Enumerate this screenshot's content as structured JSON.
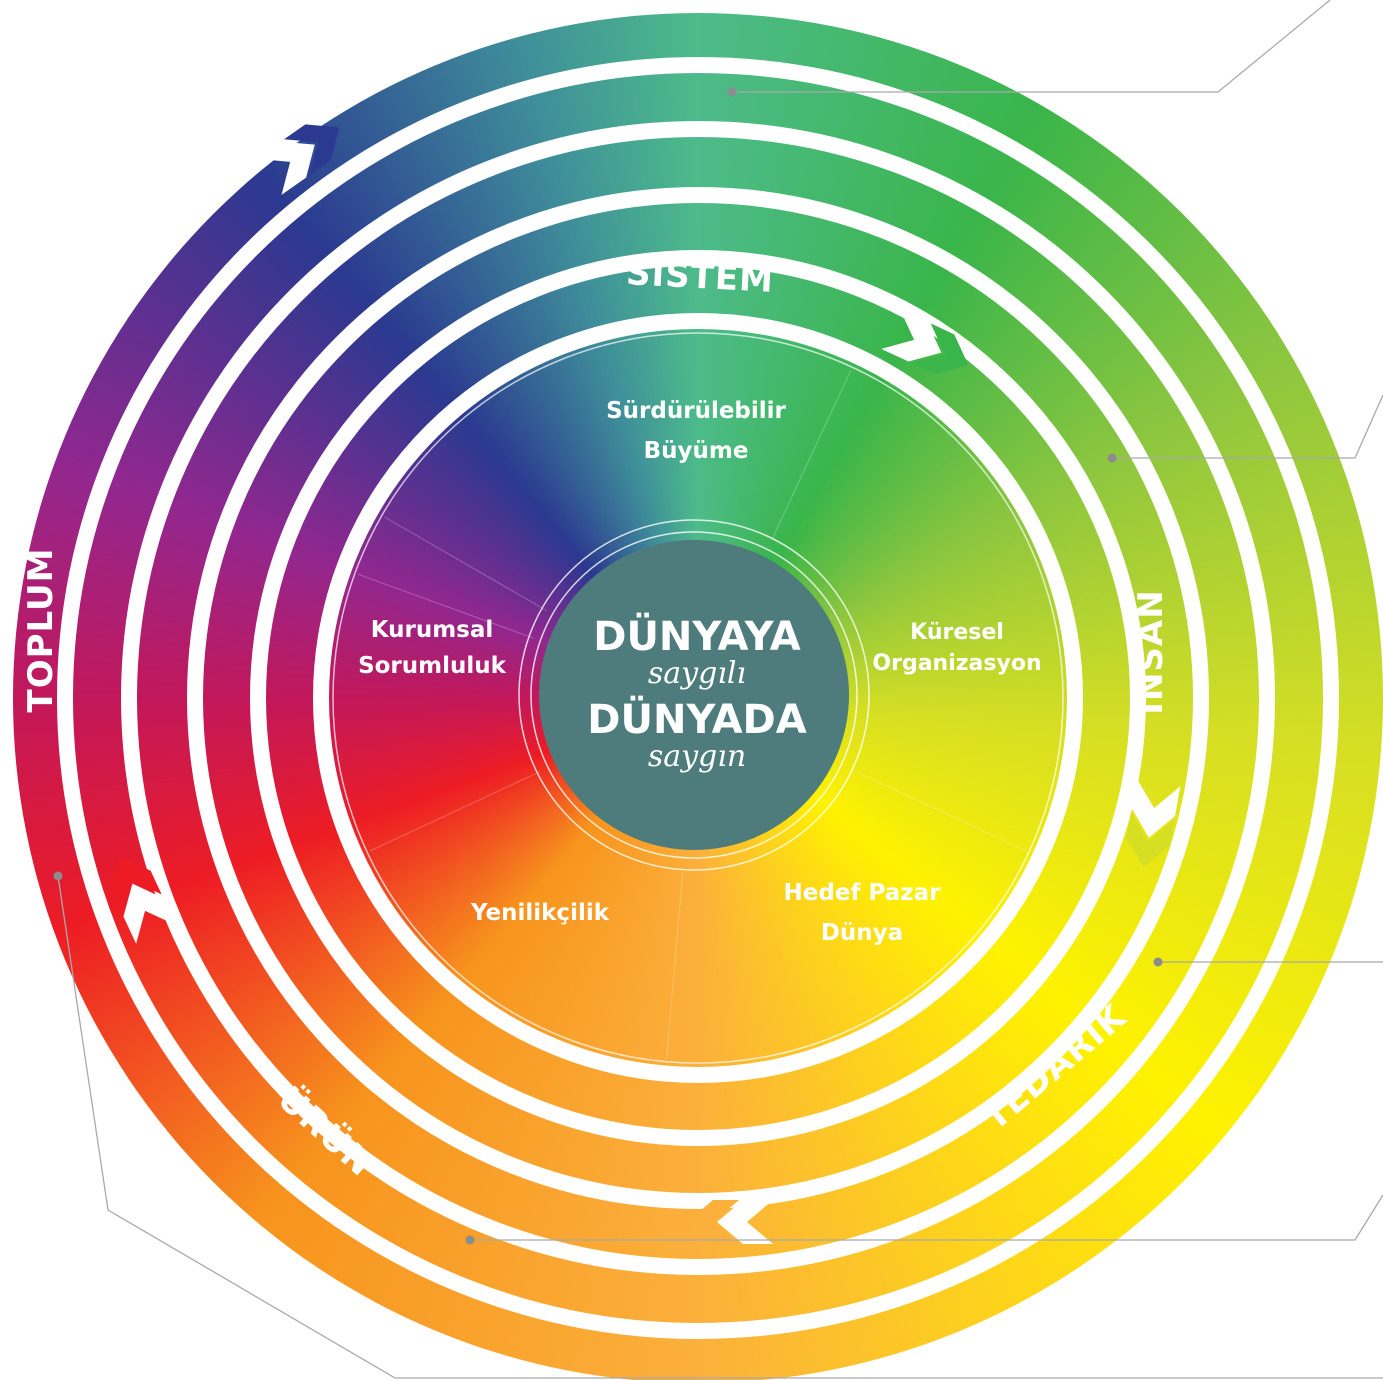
{
  "center": {
    "line1": "DÜNYAYA",
    "line2": "saygılı",
    "line3": "DÜNYADA",
    "line4": "saygın",
    "color": "#4e7b7c"
  },
  "segments": [
    {
      "id": "surdurulebilir",
      "lines": [
        "Sürdürülebilir",
        "Büyüme"
      ]
    },
    {
      "id": "kuresel",
      "lines": [
        "Küresel",
        "Organizasyon"
      ]
    },
    {
      "id": "hedef",
      "lines": [
        "Hedef Pazar",
        "Dünya"
      ]
    },
    {
      "id": "yenilikcilik",
      "lines": [
        "Yenilikçilik"
      ]
    },
    {
      "id": "kurumsal",
      "lines": [
        "Kurumsal",
        "Sorumluluk"
      ]
    }
  ],
  "rings": [
    {
      "id": "sistem",
      "label": "SİSTEM"
    },
    {
      "id": "insan",
      "label": "İNSAN"
    },
    {
      "id": "tedarik",
      "label": "TEDARİK"
    },
    {
      "id": "urun",
      "label": "ÜRÜN"
    },
    {
      "id": "toplum",
      "label": "TOPLUM"
    }
  ],
  "colors": {
    "navy": "#2b3990",
    "teal": "#3f8f9a",
    "mint": "#4dbb8a",
    "green": "#3ab54a",
    "lime": "#8dc63f",
    "yellow_green": "#d7df23",
    "yellow": "#fff200",
    "gold": "#fbb03b",
    "orange": "#f7941d",
    "red": "#ed1c24",
    "magenta": "#c2185b",
    "purple": "#92278f",
    "callout_line": "#a7a9ac"
  }
}
